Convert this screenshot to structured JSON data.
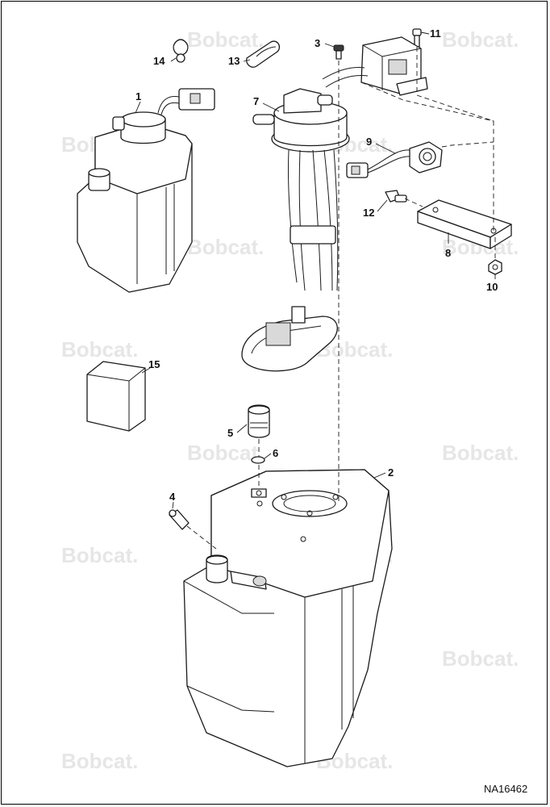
{
  "watermark": {
    "text": "Bobcat."
  },
  "figure_id": "NA16462",
  "callouts": [
    "1",
    "2",
    "3",
    "4",
    "5",
    "6",
    "7",
    "8",
    "9",
    "10",
    "11",
    "12",
    "13",
    "14",
    "15"
  ]
}
